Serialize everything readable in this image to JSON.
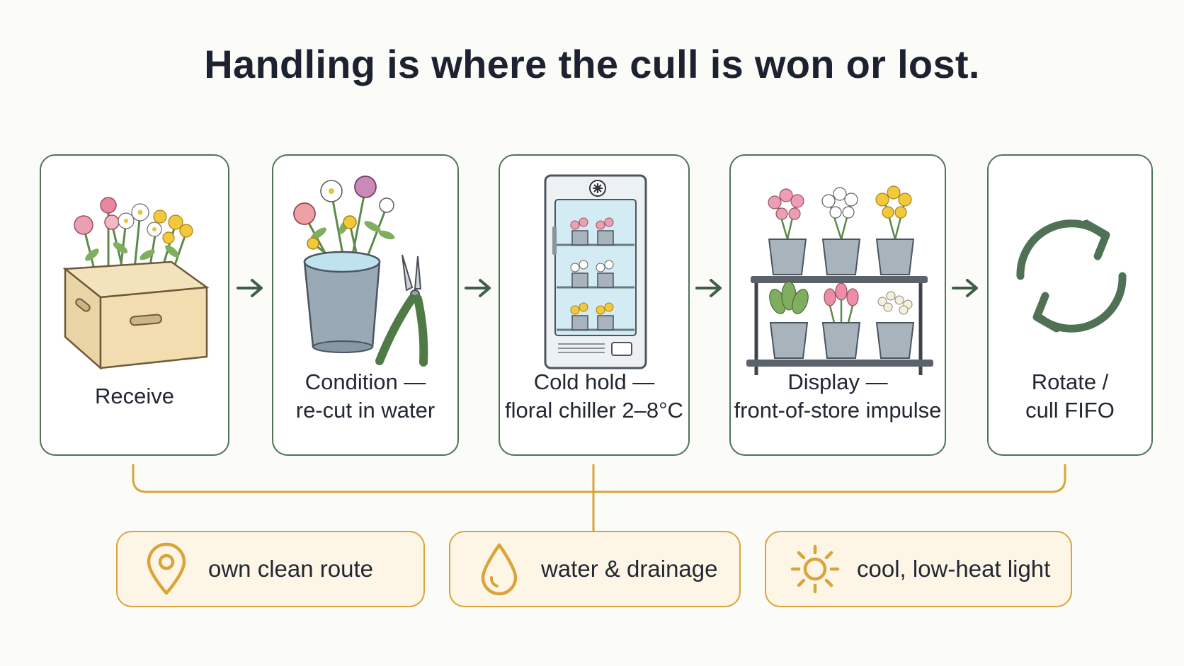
{
  "title": "Handling is where the cull is won or lost.",
  "steps": [
    {
      "line1": "Receive",
      "line2": "",
      "icon": "flower-box-icon"
    },
    {
      "line1": "Condition —",
      "line2": "re-cut in water",
      "icon": "bucket-pruner-icon"
    },
    {
      "line1": "Cold hold —",
      "line2": "floral chiller 2–8°C",
      "icon": "floral-chiller-icon"
    },
    {
      "line1": "Display —",
      "line2": "front-of-store impulse",
      "icon": "display-shelf-icon"
    },
    {
      "line1": "Rotate /",
      "line2": "cull FIFO",
      "icon": "rotate-cycle-icon"
    }
  ],
  "requirements": [
    {
      "label": "own clean route",
      "icon": "location-pin-icon"
    },
    {
      "label": "water & drainage",
      "icon": "water-drop-icon"
    },
    {
      "label": "cool, low-heat light",
      "icon": "sun-icon"
    }
  ],
  "colors": {
    "step_border": "#4f7257",
    "arrow": "#3f5e47",
    "requirement_accent": "#d9a53a",
    "requirement_fill": "#fdf6e7"
  }
}
